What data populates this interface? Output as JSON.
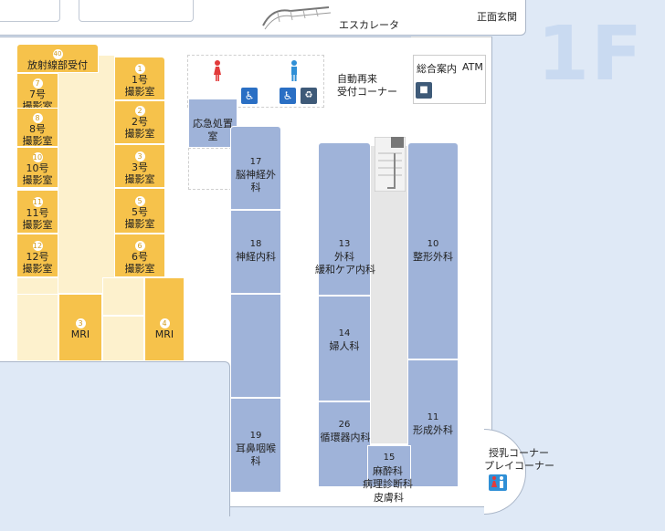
{
  "floor_label": "1F",
  "areas": {
    "escalator": "エスカレータ",
    "main_entrance": "正面玄関",
    "reentry_reception": [
      "自動再来",
      "受付コーナー"
    ],
    "general_info": "総合案内",
    "atm": "ATM",
    "emergency": "応急処置室",
    "nursing": [
      "授乳コーナー",
      "プレイコーナー"
    ]
  },
  "radiology": {
    "reception_no": "40",
    "reception": "放射線部受付",
    "rooms": [
      {
        "no": "7",
        "name": [
          "7号",
          "撮影室"
        ]
      },
      {
        "no": "8",
        "name": [
          "8号",
          "撮影室"
        ]
      },
      {
        "no": "10",
        "name": [
          "10号",
          "撮影室"
        ]
      },
      {
        "no": "11",
        "name": [
          "11号",
          "撮影室"
        ]
      },
      {
        "no": "12",
        "name": [
          "12号",
          "撮影室"
        ]
      },
      {
        "no": "1",
        "name": [
          "1号",
          "撮影室"
        ]
      },
      {
        "no": "2",
        "name": [
          "2号",
          "撮影室"
        ]
      },
      {
        "no": "3",
        "name": [
          "3号",
          "撮影室"
        ]
      },
      {
        "no": "5",
        "name": [
          "5号",
          "撮影室"
        ]
      },
      {
        "no": "6",
        "name": [
          "6号",
          "撮影室"
        ]
      }
    ],
    "mri": [
      {
        "no": "3",
        "name": "MRI"
      },
      {
        "no": "4",
        "name": "MRI"
      }
    ]
  },
  "departments": [
    {
      "no": "17",
      "name": [
        "脳神経外科"
      ]
    },
    {
      "no": "18",
      "name": [
        "神経内科"
      ]
    },
    {
      "no": "19",
      "name": [
        "耳鼻咽喉科"
      ]
    },
    {
      "no": "13",
      "name": [
        "外科",
        "緩和ケア内科"
      ]
    },
    {
      "no": "14",
      "name": [
        "婦人科"
      ]
    },
    {
      "no": "26",
      "name": [
        "循環器内科"
      ]
    },
    {
      "no": "15",
      "name": [
        "麻酔科",
        "病理診断科",
        "皮膚科"
      ]
    },
    {
      "no": "10",
      "name": [
        "整形外科"
      ]
    },
    {
      "no": "11",
      "name": [
        "形成外科"
      ]
    }
  ],
  "icons": {
    "toilet_female_color": "#e23b3b",
    "toilet_male_color": "#2f8fd6",
    "accessible_color": "#2a6fc4",
    "yellow_room_color": "#f6c24b",
    "blue_room_color": "#9fb3d9"
  }
}
